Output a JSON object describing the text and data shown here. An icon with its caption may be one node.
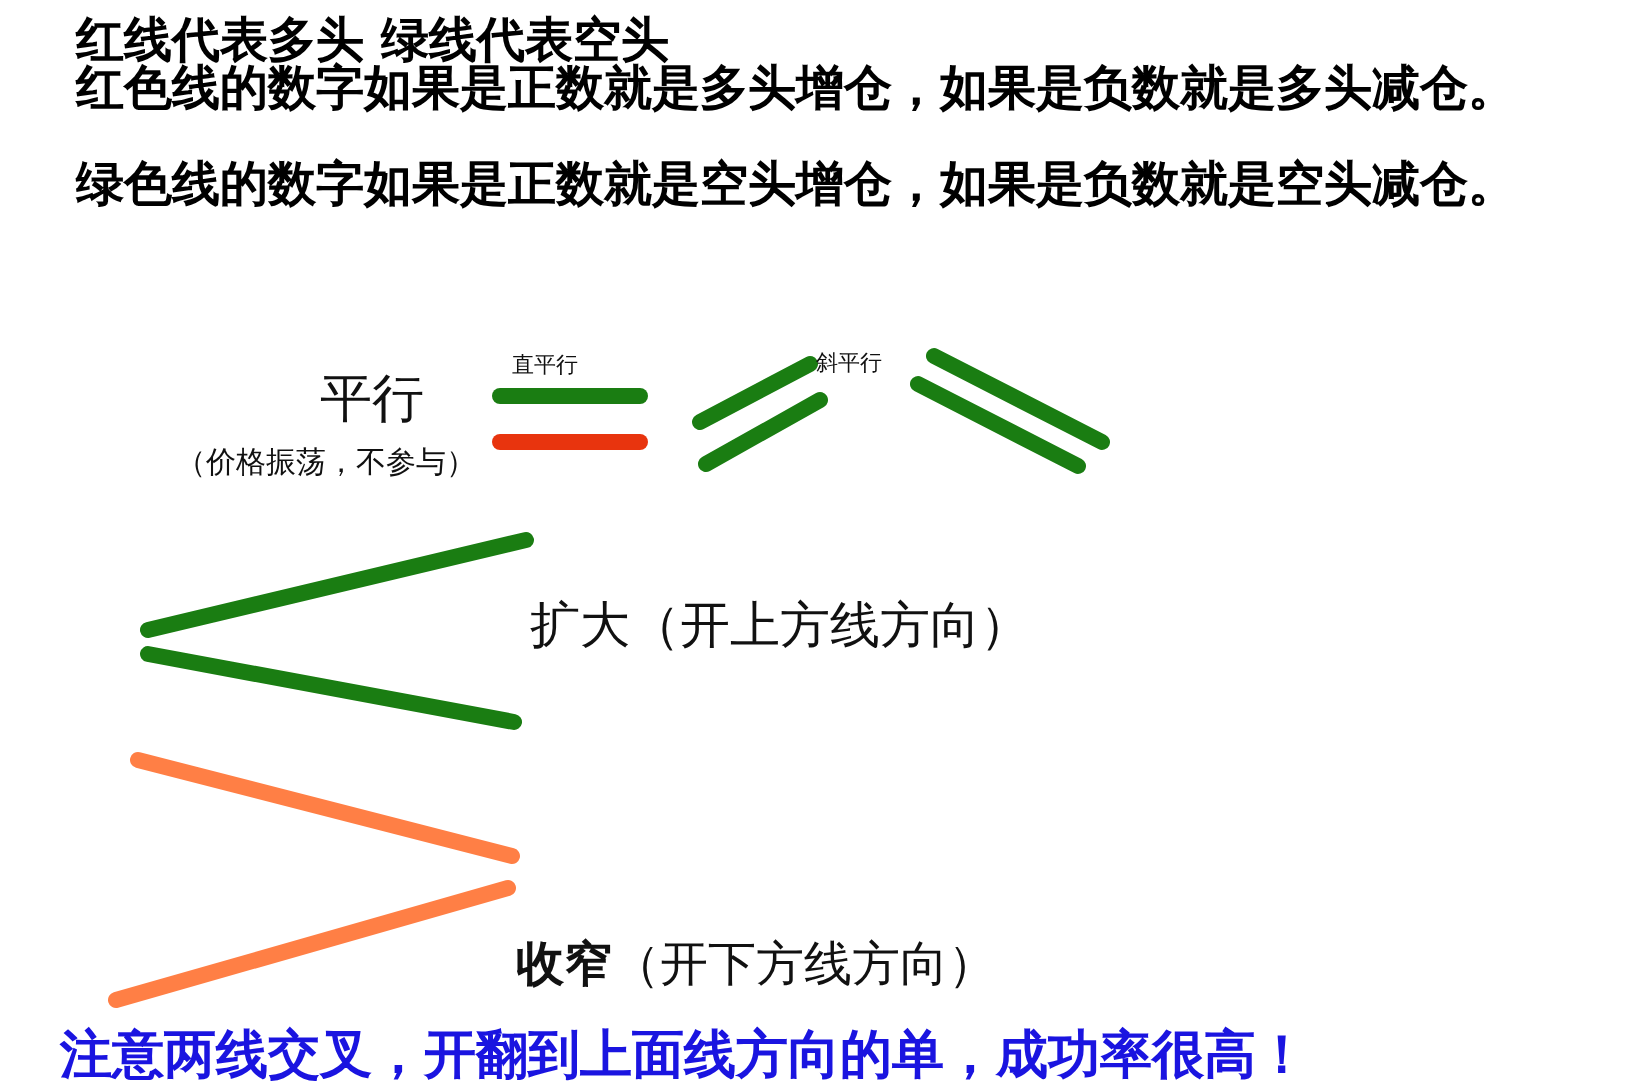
{
  "diagram": {
    "labels": [
      "红线代表多头 绿线代表空头",
      "红色线的数字如果是正数就是多头增仓，如果是负数就是多头减仓。",
      "绿色线的数字如果是正数就是空头增仓，如果是负数就是空头减仓。",
      "平行",
      "（价格振荡，不参与）",
      "直平行",
      "斜平行",
      "扩大（开上方线方向）",
      "**收窄**（开下方线方向）",
      "注意两线交叉，开翻到上面线方向的单，成功率很高！"
    ]
  }
}
